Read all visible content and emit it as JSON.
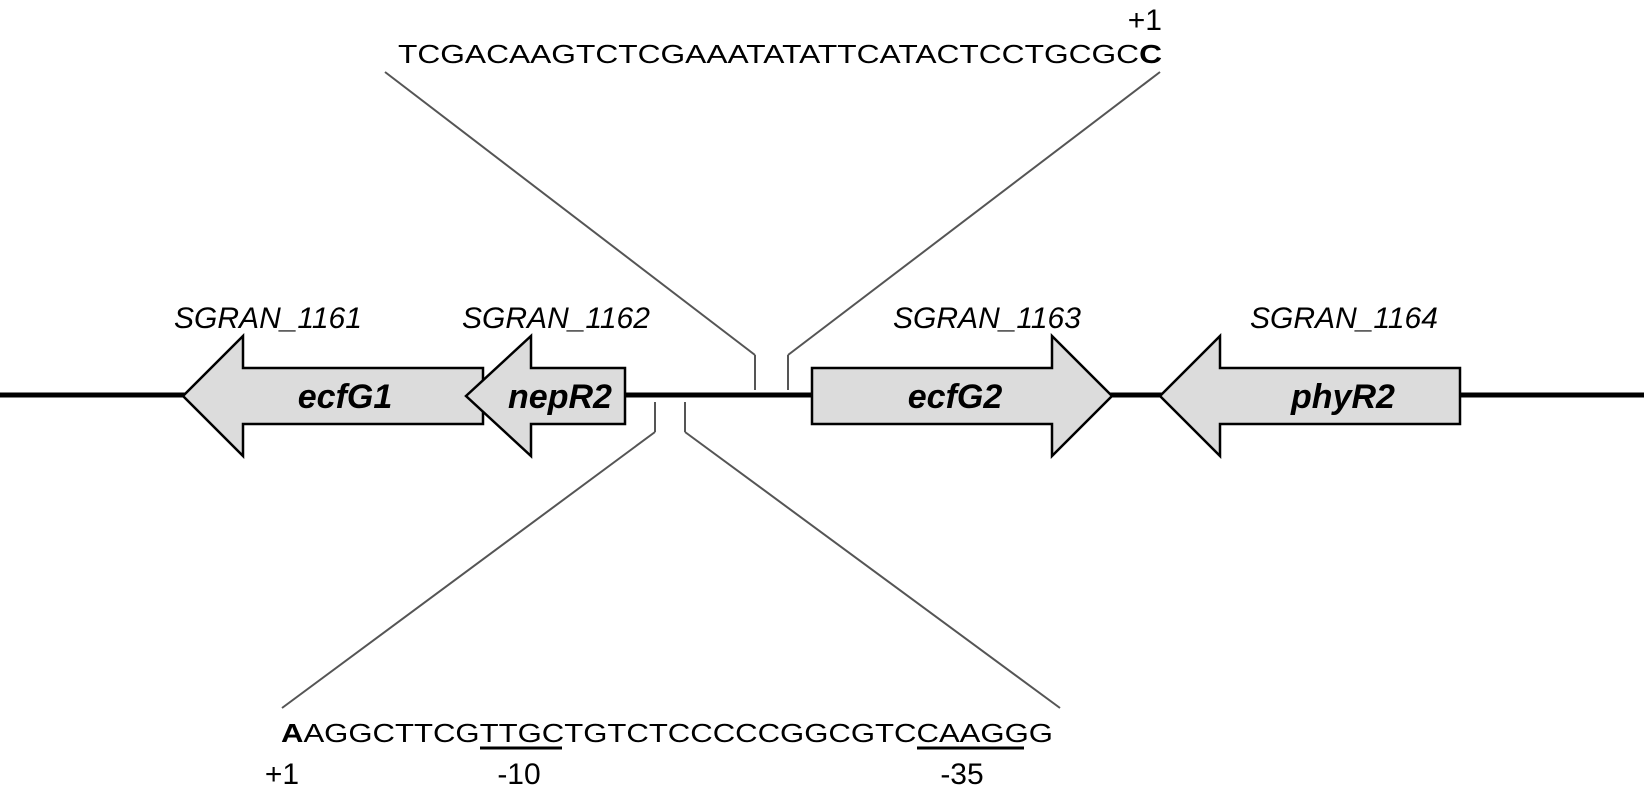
{
  "upper_sequence": {
    "position_label": "+1",
    "plain": "TCGACAAGTCTCGAAATATATTCATACTCCTGCGC",
    "start_base": "C"
  },
  "lower_sequence": {
    "start_base": "A",
    "part1": "AGGCTTCG",
    "box_minus10": "TTGC",
    "part2": "TGTCTCCCCCGGCGTC",
    "box_minus35": "CAAGG",
    "part3": "G",
    "position_label": "+1",
    "minus10_label": "-10",
    "minus35_label": "-35"
  },
  "genes": [
    {
      "locus": "SGRAN_1161",
      "name": "ecfG1",
      "direction": "left"
    },
    {
      "locus": "SGRAN_1162",
      "name": "nepR2",
      "direction": "left"
    },
    {
      "locus": "SGRAN_1163",
      "name": "ecfG2",
      "direction": "right"
    },
    {
      "locus": "SGRAN_1164",
      "name": "phyR2",
      "direction": "left"
    }
  ]
}
